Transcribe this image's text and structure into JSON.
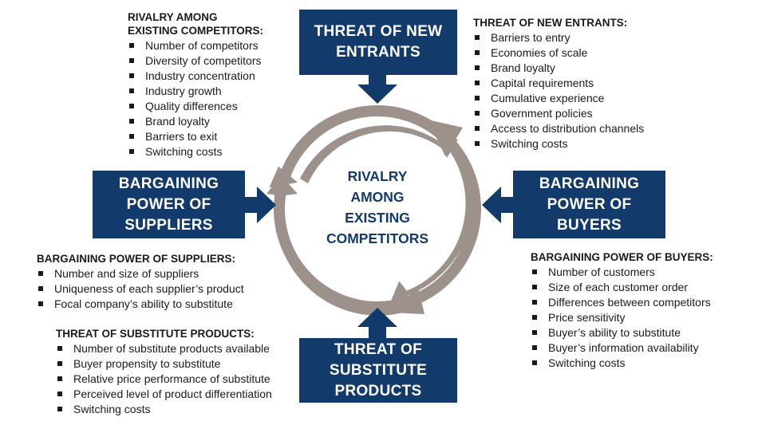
{
  "boxes": {
    "new_entrants": [
      "THREAT OF NEW",
      "ENTRANTS"
    ],
    "suppliers": [
      "BARGAINING",
      "POWER OF",
      "SUPPLIERS"
    ],
    "buyers": [
      "BARGAINING",
      "POWER OF",
      "BUYERS"
    ],
    "substitutes": [
      "THREAT OF",
      "SUBSTITUTE",
      "PRODUCTS"
    ]
  },
  "center": [
    "RIVALRY",
    "AMONG",
    "EXISTING",
    "COMPETITORS"
  ],
  "rivalry_panel": {
    "title_line1": "RIVALRY AMONG",
    "title_line2": "EXISTING COMPETITORS:",
    "items": [
      "Number of competitors",
      "Diversity of competitors",
      "Industry concentration",
      "Industry growth",
      "Quality differences",
      "Brand loyalty",
      "Barriers to exit",
      "Switching costs"
    ]
  },
  "new_entrants_panel": {
    "title": "THREAT OF NEW ENTRANTS:",
    "items": [
      "Barriers to entry",
      "Economies of scale",
      "Brand loyalty",
      "Capital requirements",
      "Cumulative experience",
      "Government policies",
      "Access to distribution channels",
      "Switching costs"
    ]
  },
  "suppliers_panel": {
    "title": "BARGAINING POWER OF SUPPLIERS:",
    "items": [
      "Number  and size of suppliers",
      "Uniqueness of each supplier’s product",
      "Focal company’s ability to substitute"
    ]
  },
  "substitutes_panel": {
    "title": "THREAT OF SUBSTITUTE PRODUCTS:",
    "items": [
      "Number of substitute products available",
      "Buyer propensity to substitute",
      "Relative price performance of substitute",
      "Perceived level of product differentiation",
      "Switching costs"
    ]
  },
  "buyers_panel": {
    "title": "BARGAINING POWER OF BUYERS:",
    "items": [
      "Number of customers",
      "Size of each customer order",
      "Differences between competitors",
      "Price sensitivity",
      "Buyer’s ability to substitute",
      "Buyer’s information availability",
      "Switching costs"
    ]
  },
  "colors": {
    "box": "#123a6b",
    "ring": "#9c918b",
    "center_text": "#123a6b"
  }
}
